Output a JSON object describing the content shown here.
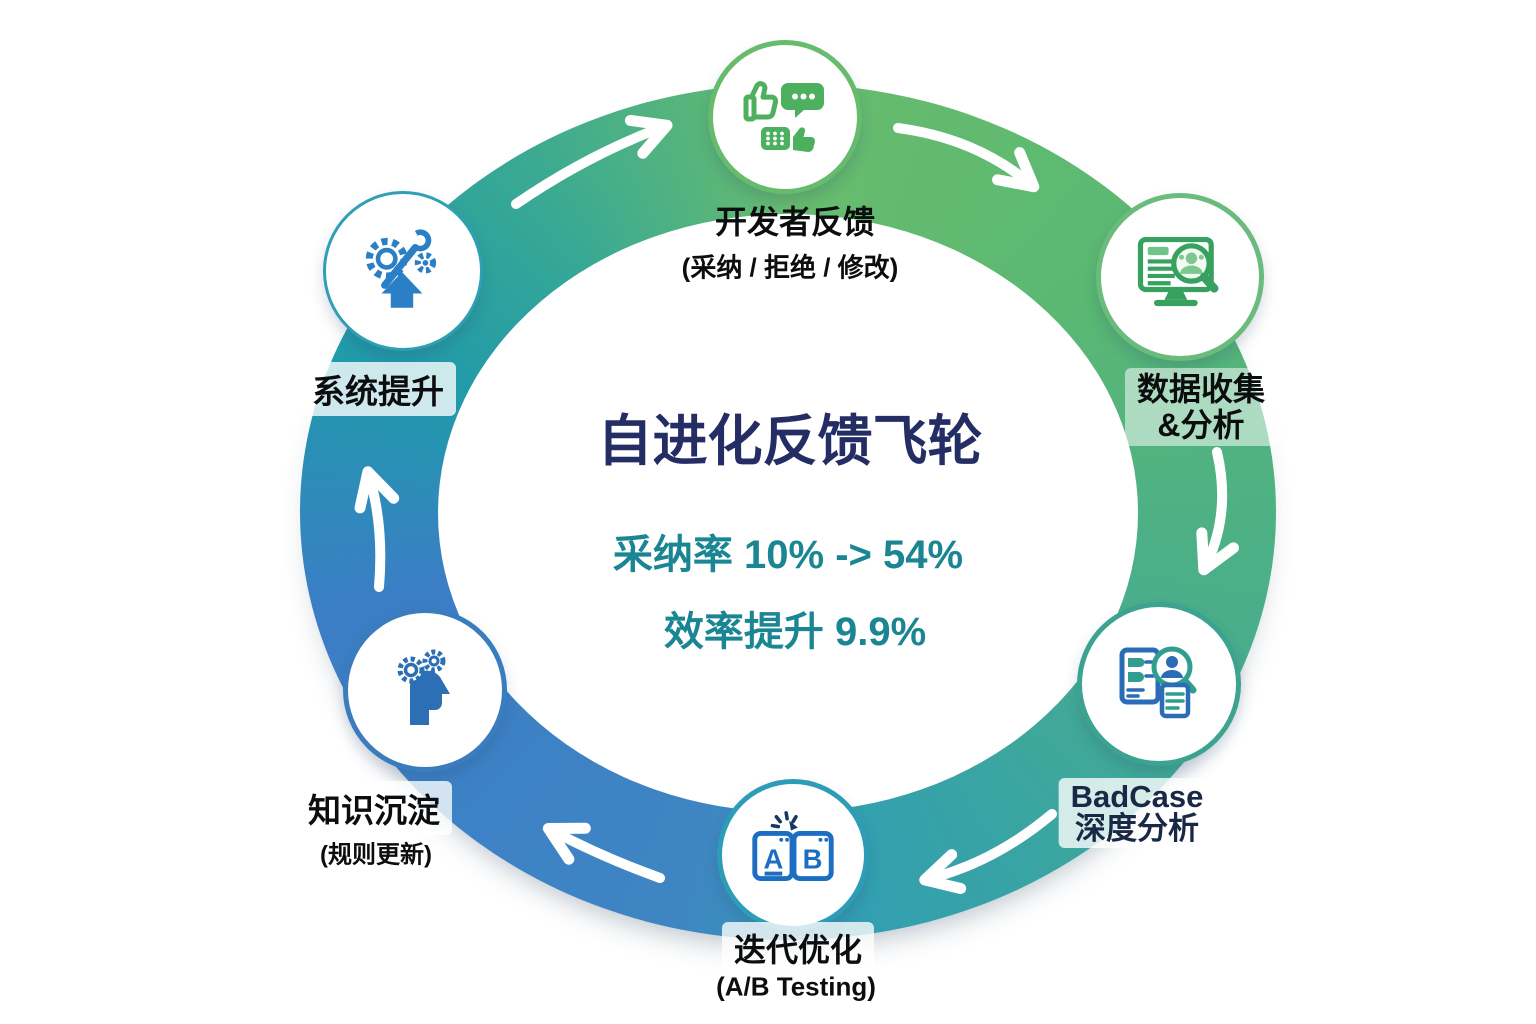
{
  "center": {
    "title": "自进化反馈飞轮",
    "stat_adoption": "采纳率 10% -> 54%",
    "stat_efficiency": "效率提升 9.9%"
  },
  "nodes": [
    {
      "id": "developer-feedback",
      "label": "开发者反馈",
      "sublabel": "(采纳 / 拒绝 / 修改)",
      "icon": "thumbs-up-chat-icon"
    },
    {
      "id": "data-collection",
      "label": "数据收集",
      "label2": "&分析",
      "icon": "monitor-magnifier-icon"
    },
    {
      "id": "badcase-analysis",
      "label": "BadCase",
      "label2": "深度分析",
      "icon": "document-magnifier-icon"
    },
    {
      "id": "iterative-optimization",
      "label": "迭代优化",
      "sublabel": "(A/B Testing)",
      "icon": "ab-windows-icon",
      "icon_letters": [
        "A",
        "B"
      ]
    },
    {
      "id": "knowledge-accumulation",
      "label": "知识沉淀",
      "sublabel": "(规则更新)",
      "icon": "head-gears-icon"
    },
    {
      "id": "system-improvement",
      "label": "系统提升",
      "icon": "gear-wrench-icon"
    }
  ],
  "flow_direction": "clockwise",
  "colors": {
    "ring_green": "#68bc6d",
    "ring_teal": "#2099ab",
    "ring_blue": "#3b7ec6",
    "title_navy": "#242e64",
    "stat_teal": "#1a8593",
    "icon_green": "#4cb05e",
    "icon_blue": "#2a6cb5"
  }
}
